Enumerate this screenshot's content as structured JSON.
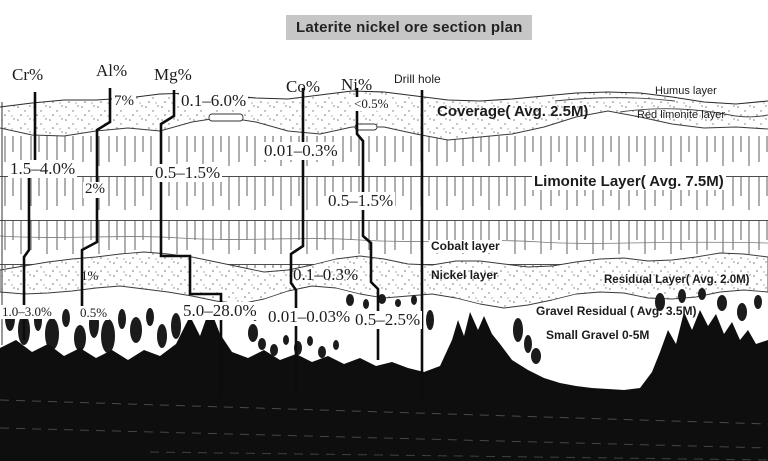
{
  "title": "Laterite nickel ore section plan",
  "drill_columns": {
    "cr": "Cr%",
    "al": "Al%",
    "mg": "Mg%",
    "co": "Co%",
    "ni": "Ni%",
    "drill_hole": "Drill hole"
  },
  "layer_labels": {
    "humus": "Humus layer",
    "coverage": "Coverage( Avg. 2.5M)",
    "red_limonite": "Red limonite layer",
    "limonite": "Limonite Layer( Avg. 7.5M)",
    "cobalt": "Cobalt layer",
    "nickel": "Nickel layer",
    "residual": "Residual Layer( Avg. 2.0M)",
    "gravel_residual": "Gravel Residual ( Avg. 3.5M)",
    "small_gravel": "Small Gravel 0-5M"
  },
  "grade_values": {
    "al_coverage": "7%",
    "mg_coverage": "0.1–6.0%",
    "ni_coverage": "<0.5%",
    "cr_limonite": "1.5–4.0%",
    "al_limonite": "2%",
    "mg_limonite": "0.5–1.5%",
    "co_limonite": "0.01–0.3%",
    "ni_limonite": "0.5–1.5%",
    "al_nickel": "1%",
    "co_nickel": "0.1–0.3%",
    "cr_gravel": "1.0–3.0%",
    "al_gravel": "0.5%",
    "mg_gravel": "5.0–28.0%",
    "co_gravel": "0.01–0.03%",
    "ni_gravel": "0.5–2.5%"
  },
  "colors": {
    "title_bg": "#c6c6c6",
    "ink": "#1c1c1c",
    "bedrock": "#0e0e0e"
  }
}
